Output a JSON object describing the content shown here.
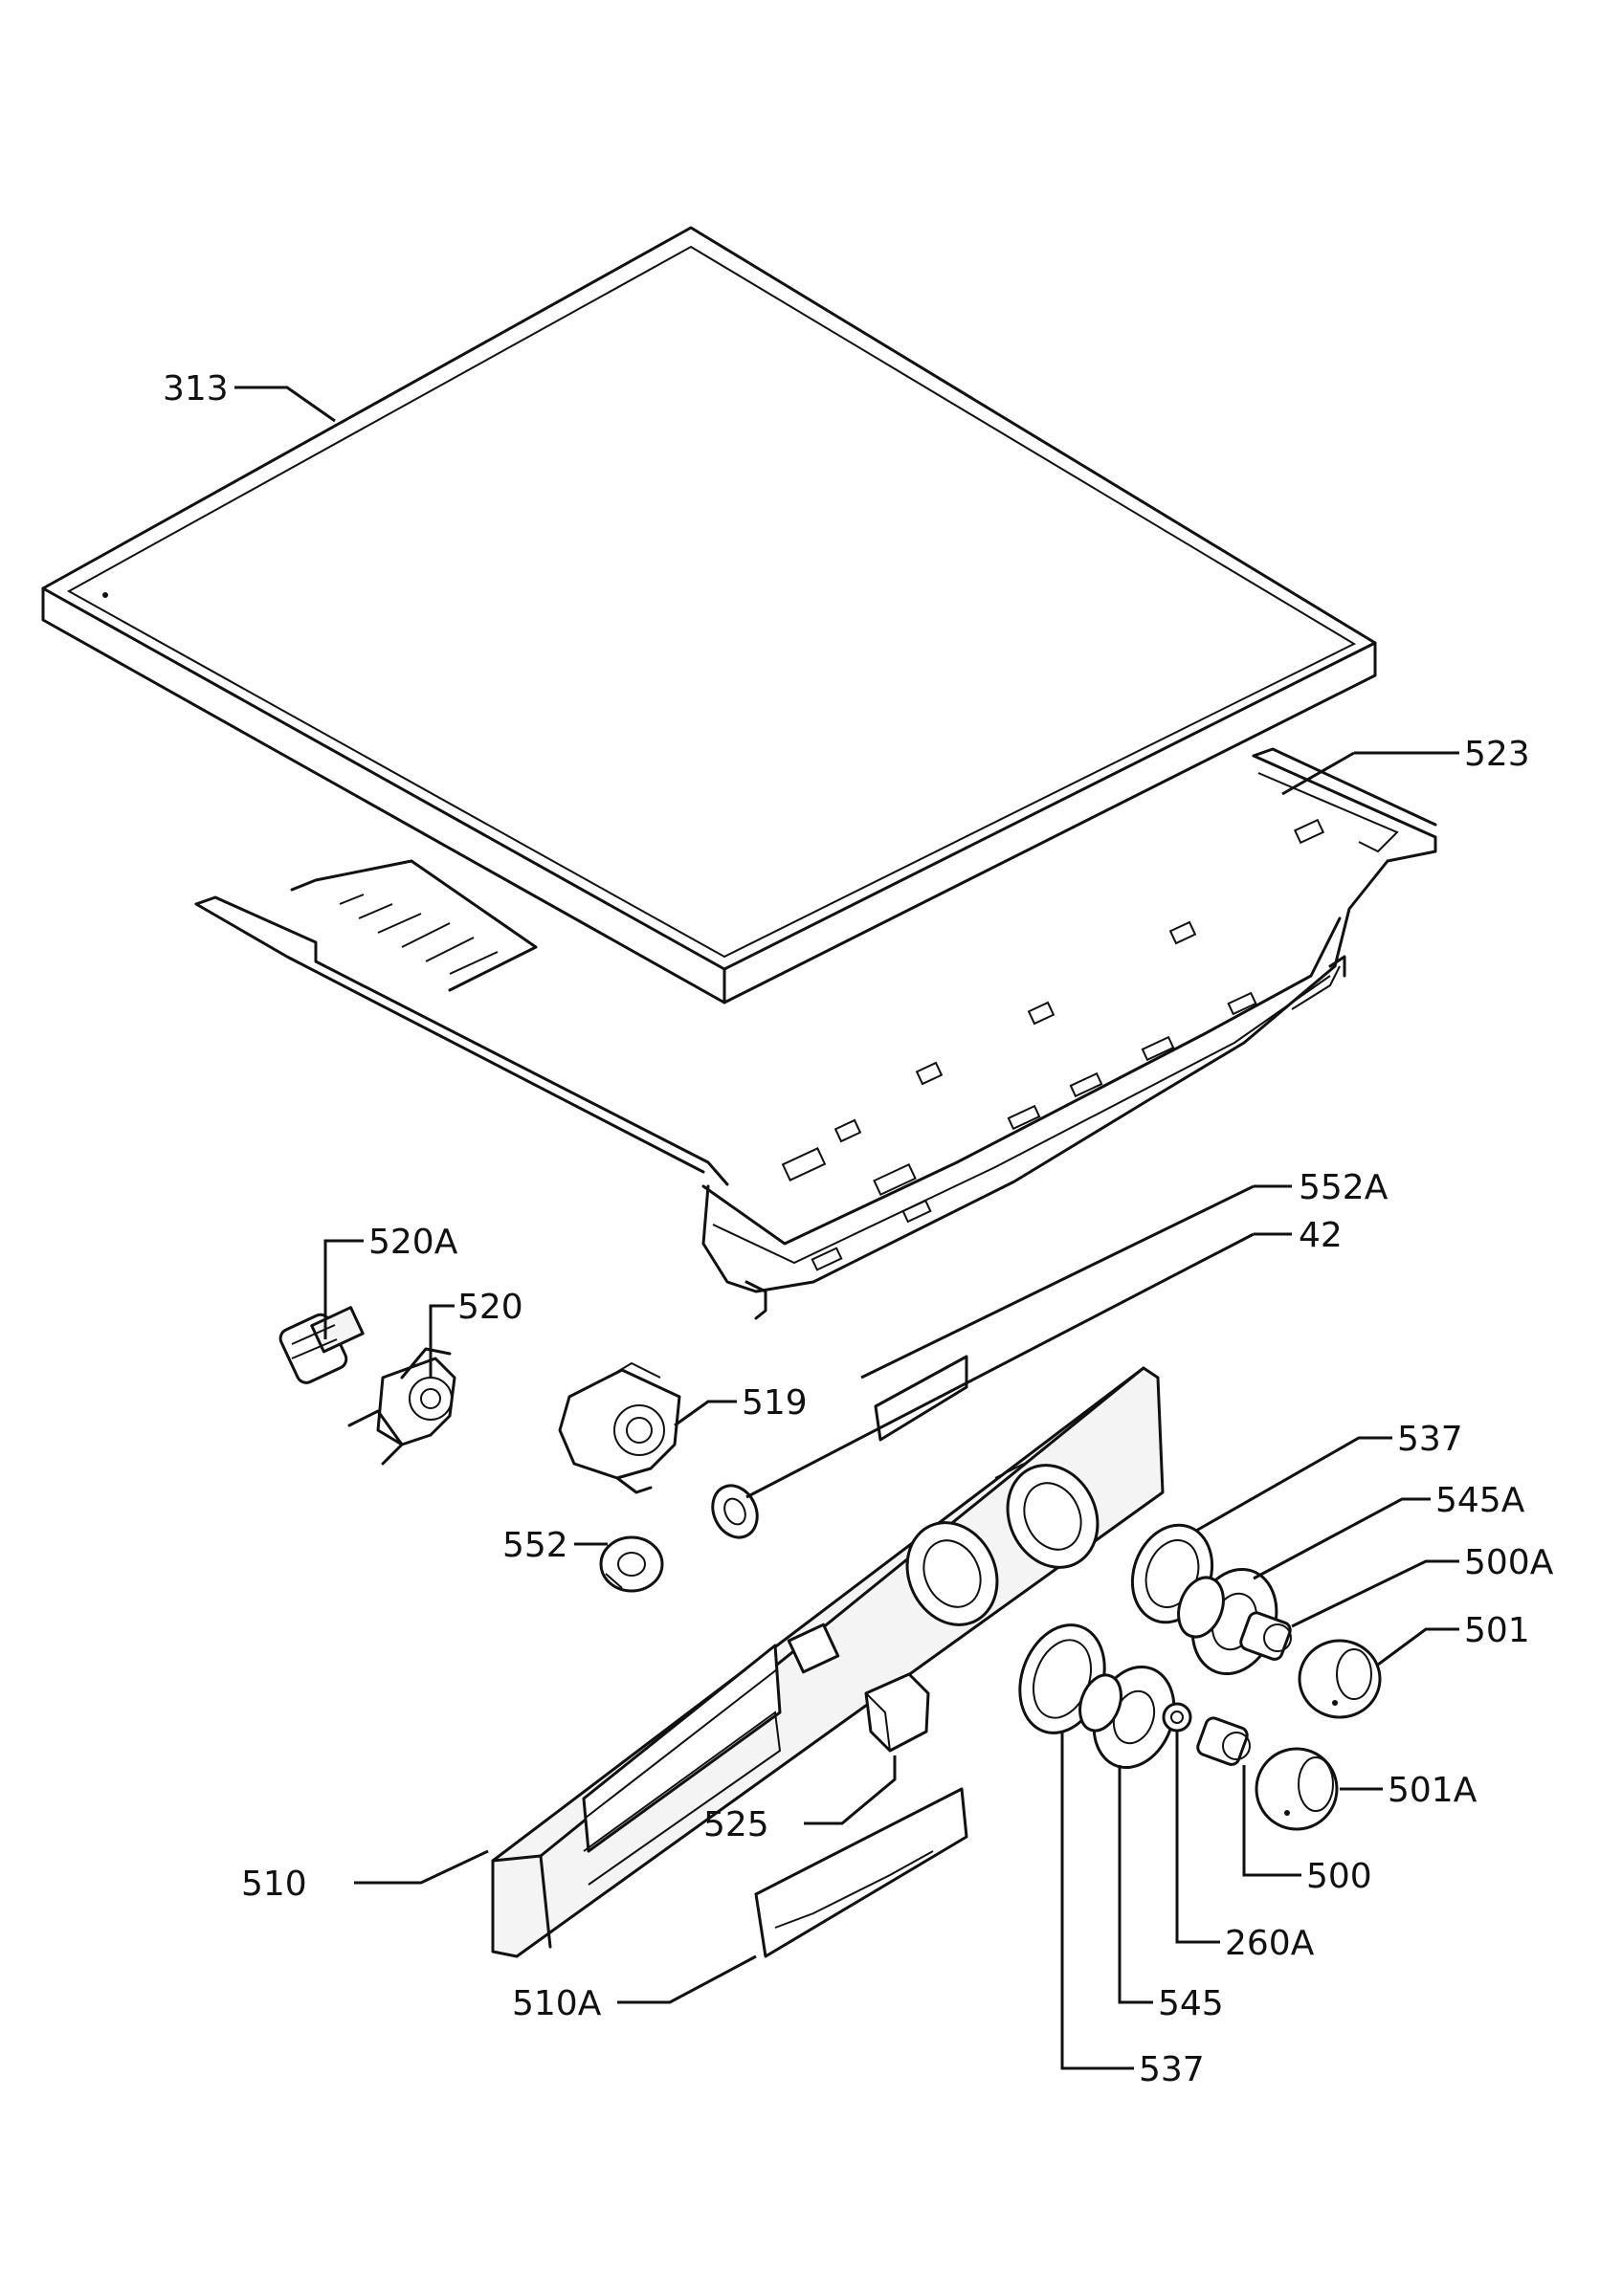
{
  "labels": {
    "l313": "313",
    "l523": "523",
    "l552A": "552A",
    "l42": "42",
    "l520A": "520A",
    "l520": "520",
    "l519": "519",
    "l537a": "537",
    "l545A": "545A",
    "l500A": "500A",
    "l501": "501",
    "l552": "552",
    "l501A": "501A",
    "l525": "525",
    "l500": "500",
    "l510": "510",
    "l260A": "260A",
    "l545": "545",
    "l510A": "510A",
    "l537b": "537"
  }
}
